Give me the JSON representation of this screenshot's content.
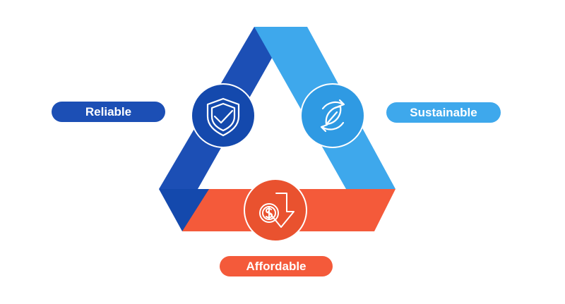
{
  "labels": {
    "reliable": "Reliable",
    "sustainable": "Sustainable",
    "affordable": "Affordable"
  },
  "icons": {
    "reliable": "shield-check-icon",
    "sustainable": "leaf-cycle-icon",
    "affordable": "dollar-down-arrow-icon"
  },
  "colors": {
    "reliable": "#1c4fb5",
    "reliable_dark": "#1449ad",
    "sustainable": "#3ea8ec",
    "sustainable_dark": "#2f9ae3",
    "affordable": "#f45a3a",
    "affordable_dark": "#e9522f",
    "text_light": "#ffffff"
  }
}
